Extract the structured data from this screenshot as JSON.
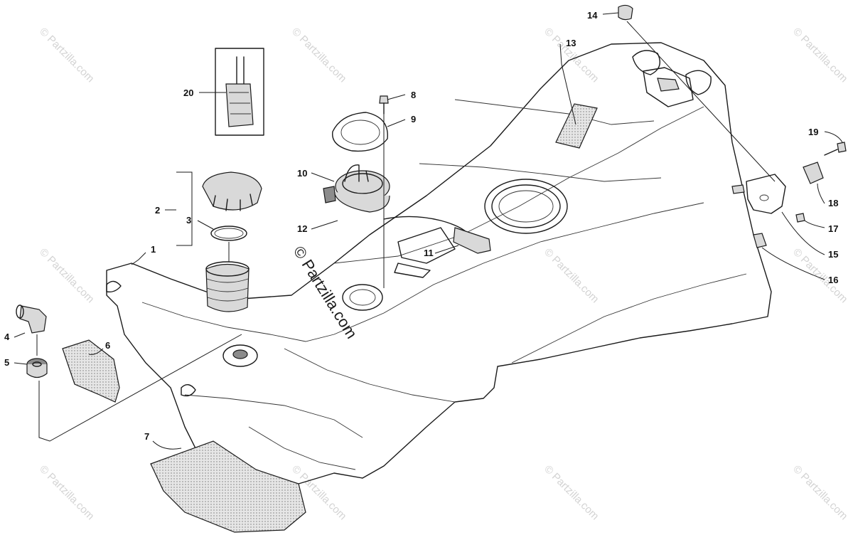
{
  "diagram": {
    "callouts": [
      "1",
      "2",
      "3",
      "4",
      "5",
      "6",
      "7",
      "8",
      "9",
      "10",
      "11",
      "12",
      "13",
      "14",
      "15",
      "16",
      "17",
      "18",
      "19",
      "20"
    ],
    "watermark_center": "© Partzilla.com",
    "watermark_repeat": "© Partzilla.com"
  }
}
